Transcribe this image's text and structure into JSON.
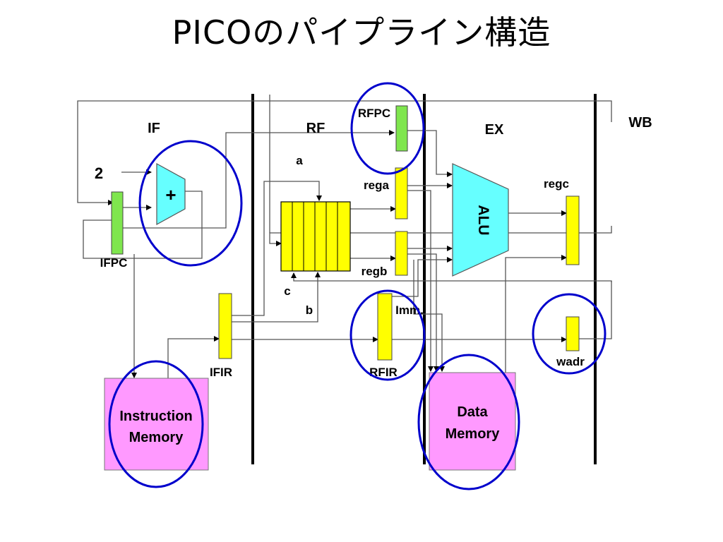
{
  "title": "PICOのパイプライン構造",
  "stages": {
    "if": "IF",
    "rf": "RF",
    "ex": "EX",
    "wb": "WB"
  },
  "registers": {
    "ifpc": "IFPC",
    "ifir": "IFIR",
    "rfpc": "RFPC",
    "rfir": "RFIR",
    "rega": "rega",
    "regb": "regb",
    "regc": "regc",
    "wadr": "wadr",
    "imm": "Imm."
  },
  "adder": {
    "symbol": "+",
    "increment": "2"
  },
  "register_file": {
    "port_a": "a",
    "port_b": "b",
    "port_c": "c"
  },
  "alu": {
    "label": "ALU"
  },
  "instruction_memory": {
    "line1": "Instruction",
    "line2": "Memory"
  },
  "data_memory": {
    "line1": "Data",
    "line2": "Memory"
  },
  "colors": {
    "pc_register": "#7fe64e",
    "pipeline_register": "#ffff00",
    "alu": "#66ffff",
    "adder": "#66ffff",
    "memory": "#ff99ff",
    "highlight_circle": "#0000cc"
  }
}
